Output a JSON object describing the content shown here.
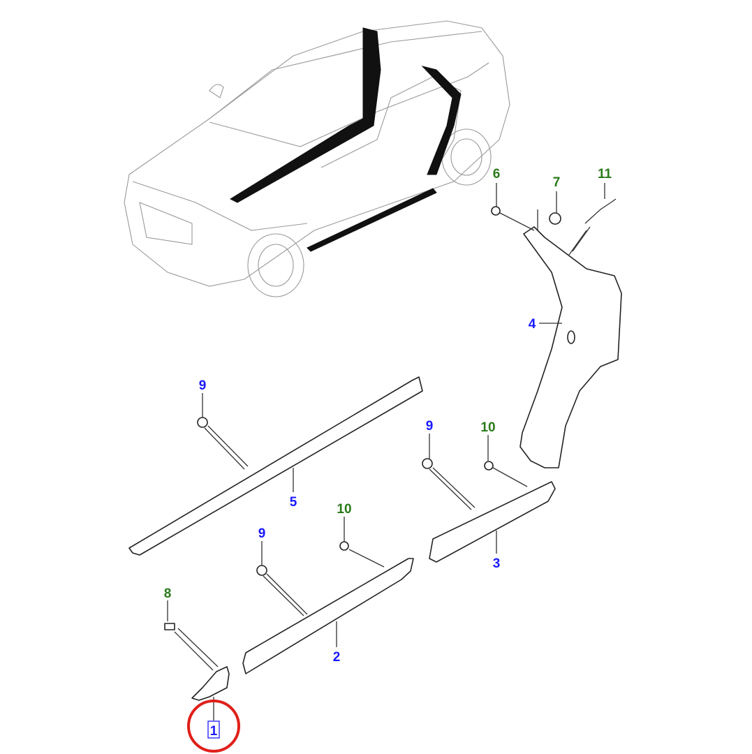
{
  "diagram": {
    "title": "Sill / door opening trim parts diagram",
    "labels": [
      {
        "text": "1",
        "color": "blue",
        "highlighted": true
      },
      {
        "text": "2",
        "color": "blue"
      },
      {
        "text": "3",
        "color": "blue"
      },
      {
        "text": "4",
        "color": "blue"
      },
      {
        "text": "5",
        "color": "blue"
      },
      {
        "text": "6",
        "color": "green"
      },
      {
        "text": "7",
        "color": "green"
      },
      {
        "text": "8",
        "color": "green"
      },
      {
        "text": "9",
        "color": "blue"
      },
      {
        "text": "9",
        "color": "blue"
      },
      {
        "text": "9",
        "color": "blue"
      },
      {
        "text": "10",
        "color": "green"
      },
      {
        "text": "10",
        "color": "green"
      },
      {
        "text": "11",
        "color": "green"
      }
    ],
    "colors": {
      "blue": "#1a1aff",
      "green": "#2a7a1a",
      "highlight": "#e0201a"
    }
  }
}
